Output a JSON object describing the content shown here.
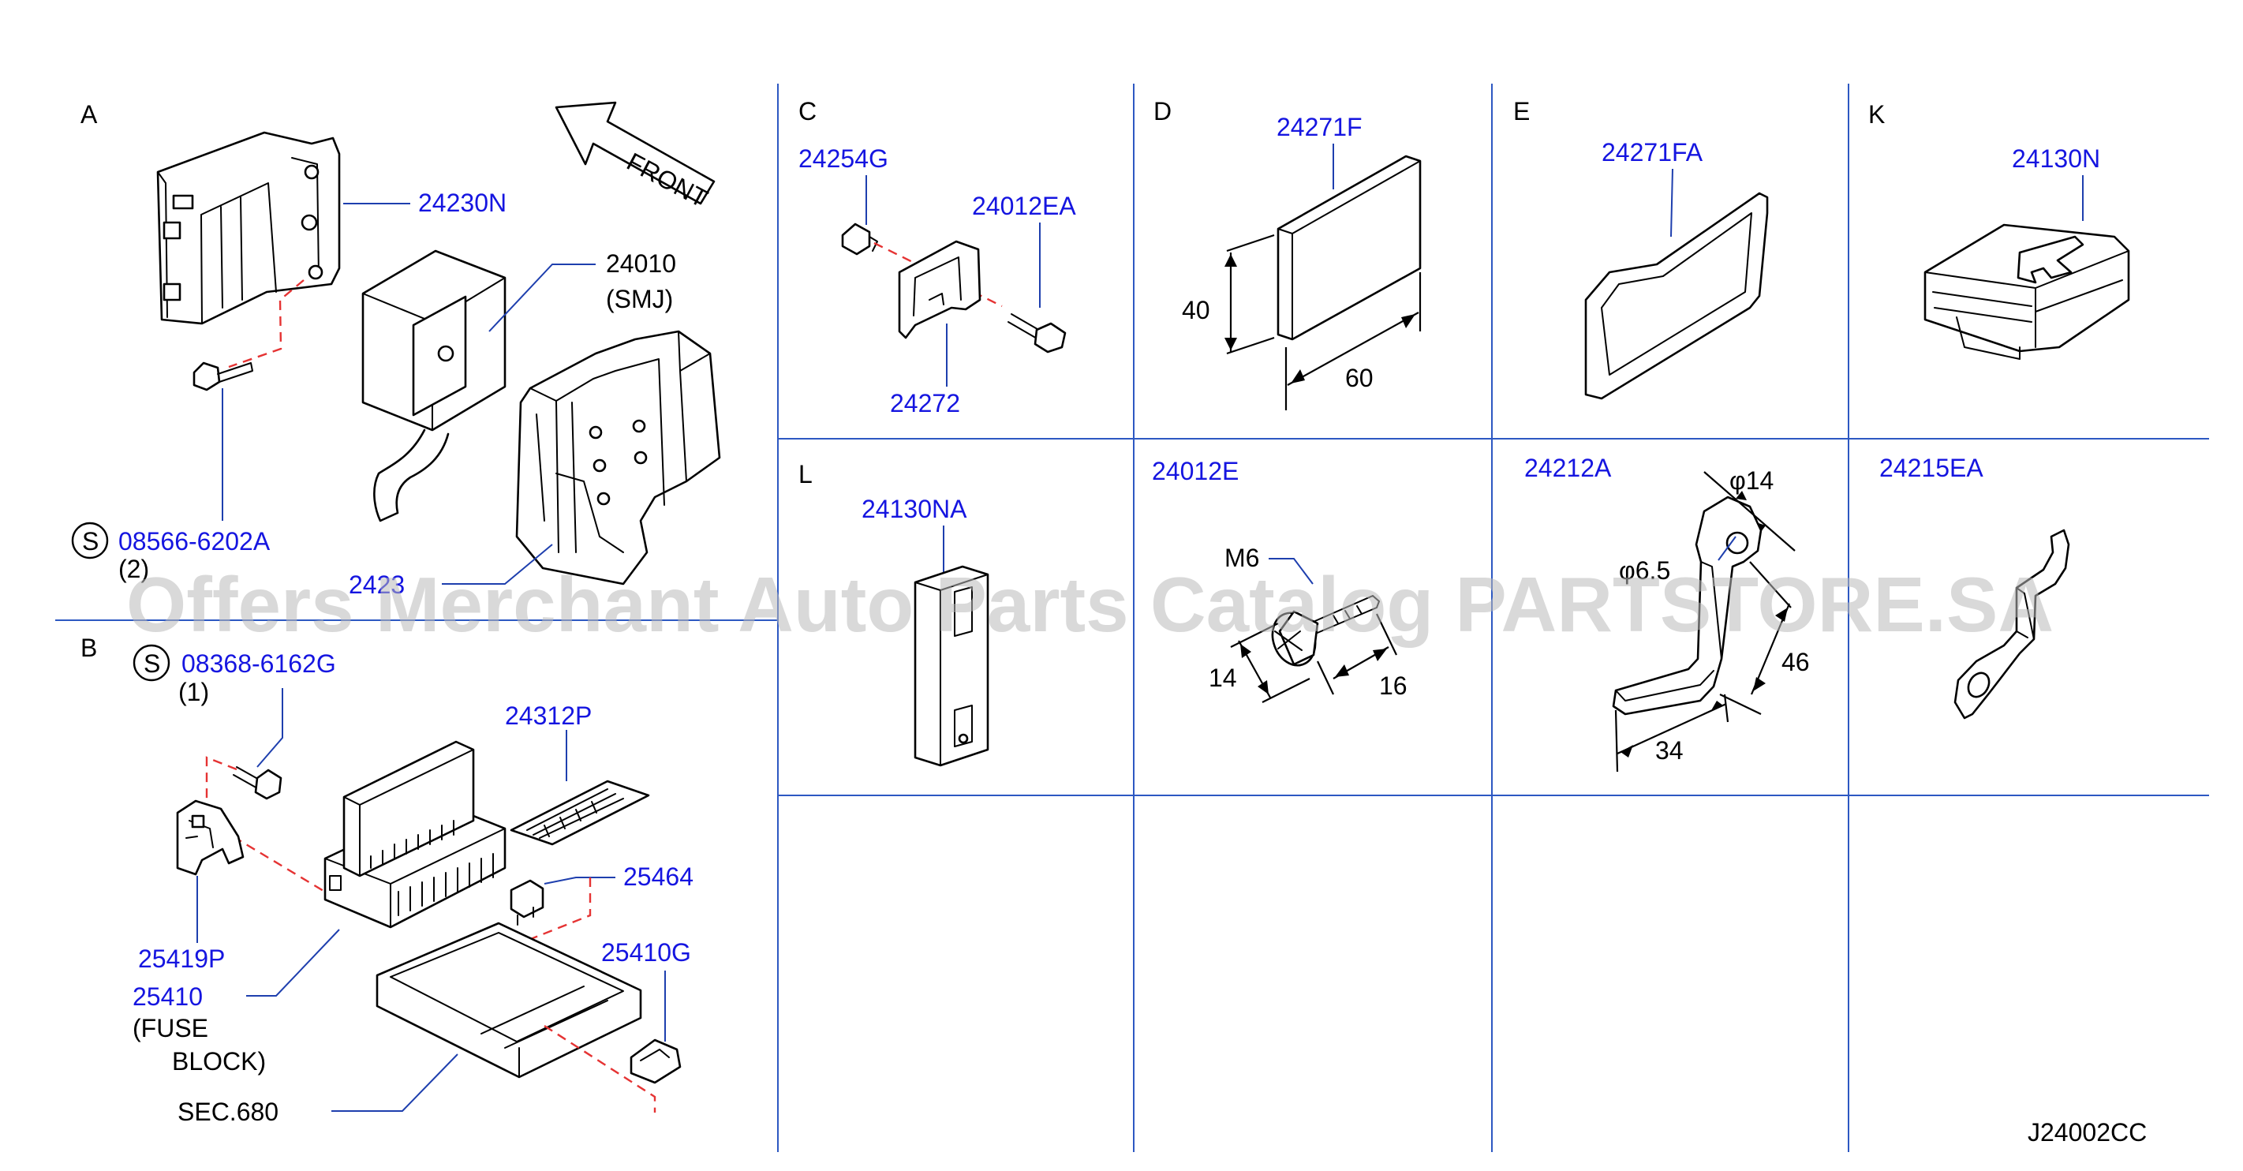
{
  "sections": {
    "A": {
      "letter": "A",
      "parts": [
        "24230N",
        "24010",
        "08566-6202A",
        "2423"
      ],
      "notes": [
        "(SMJ)",
        "(2)"
      ],
      "symbol": "S",
      "direction_label": "FRONT"
    },
    "B": {
      "letter": "B",
      "parts": [
        "08368-6162G",
        "24312P",
        "25464",
        "25419P",
        "25410",
        "25410G"
      ],
      "notes": [
        "(1)",
        "(FUSE",
        "BLOCK)",
        "SEC.680"
      ],
      "symbol": "S"
    },
    "C": {
      "letter": "C",
      "parts": [
        "24254G",
        "24012EA",
        "24272"
      ]
    },
    "D": {
      "letter": "D",
      "parts": [
        "24271F"
      ],
      "dims": [
        "40",
        "60"
      ]
    },
    "E": {
      "letter": "E",
      "parts": [
        "24271FA"
      ]
    },
    "K": {
      "letter": "K",
      "parts": [
        "24130N"
      ]
    },
    "L": {
      "letter": "L",
      "parts": [
        "24130NA"
      ]
    },
    "M6": {
      "parts": [
        "24012E"
      ],
      "dims": [
        "M6",
        "14",
        "16"
      ]
    },
    "bracket": {
      "parts": [
        "24212A"
      ],
      "dims": [
        "φ14",
        "φ6.5",
        "46",
        "34"
      ]
    },
    "clip": {
      "parts": [
        "24215EA"
      ]
    }
  },
  "drawing_code": "J24002CC",
  "watermark": "Offers Merchant Auto Parts Catalog PARTSTORE.SA",
  "colors": {
    "grid": "#2d58c2",
    "part_number": "#1515e0",
    "leader": "#1e3fae",
    "dashed_link": "#e53333",
    "watermark": "#b9b9b9"
  }
}
